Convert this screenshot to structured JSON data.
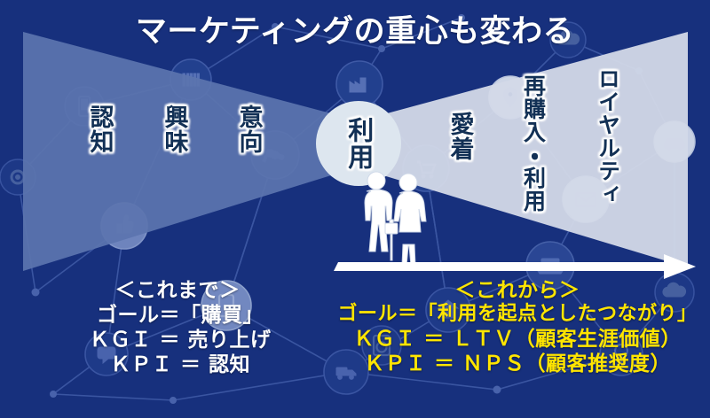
{
  "title": "マーケティングの重心も変わる",
  "theme": {
    "background_navy": "#17307d",
    "background_navy_dark": "#1a3378",
    "left_funnel": "#5b74ae",
    "right_funnel": "#d3d9e8",
    "center_circle": "#dde6ef",
    "label_text": "#123055",
    "past_text": "#ffffff",
    "future_text": "#ffe500",
    "arrow": "#ffffff"
  },
  "journey": {
    "left_stages": [
      "認知",
      "興味",
      "意向"
    ],
    "center_stage": "利用",
    "right_stages": [
      "愛着",
      "再購入・利用",
      "ロイヤルティ"
    ]
  },
  "past": {
    "header": "＜これまで＞",
    "goal": "ゴール＝「購買」",
    "kgi": "ＫＧＩ ＝ 売り上げ",
    "kpi": "ＫＰＩ ＝ 認知"
  },
  "future": {
    "header": "＜これから＞",
    "goal": "ゴール＝「利用を起点としたつながり」",
    "kgi": "ＫＧＩ ＝ ＬＴＶ（顧客生涯価値）",
    "kpi": "ＫＰＩ ＝ ＮＰＳ（顧客推奨度）"
  },
  "background_icons": [
    "barcode-icon",
    "thumbs-up-icon",
    "cctv-camera-icon",
    "tablet-icon",
    "shopping-cart-icon",
    "chat-icon",
    "robot-arm-icon",
    "location-pin-icon",
    "truck-icon",
    "envelope-icon",
    "laptop-icon",
    "lightbulb-icon",
    "home-icon",
    "washing-machine-icon",
    "smartphone-icon",
    "factory-icon",
    "car-icon",
    "cloud-icon"
  ],
  "figures": [
    "man-silhouette",
    "woman-silhouette"
  ],
  "arrow_direction": "right"
}
